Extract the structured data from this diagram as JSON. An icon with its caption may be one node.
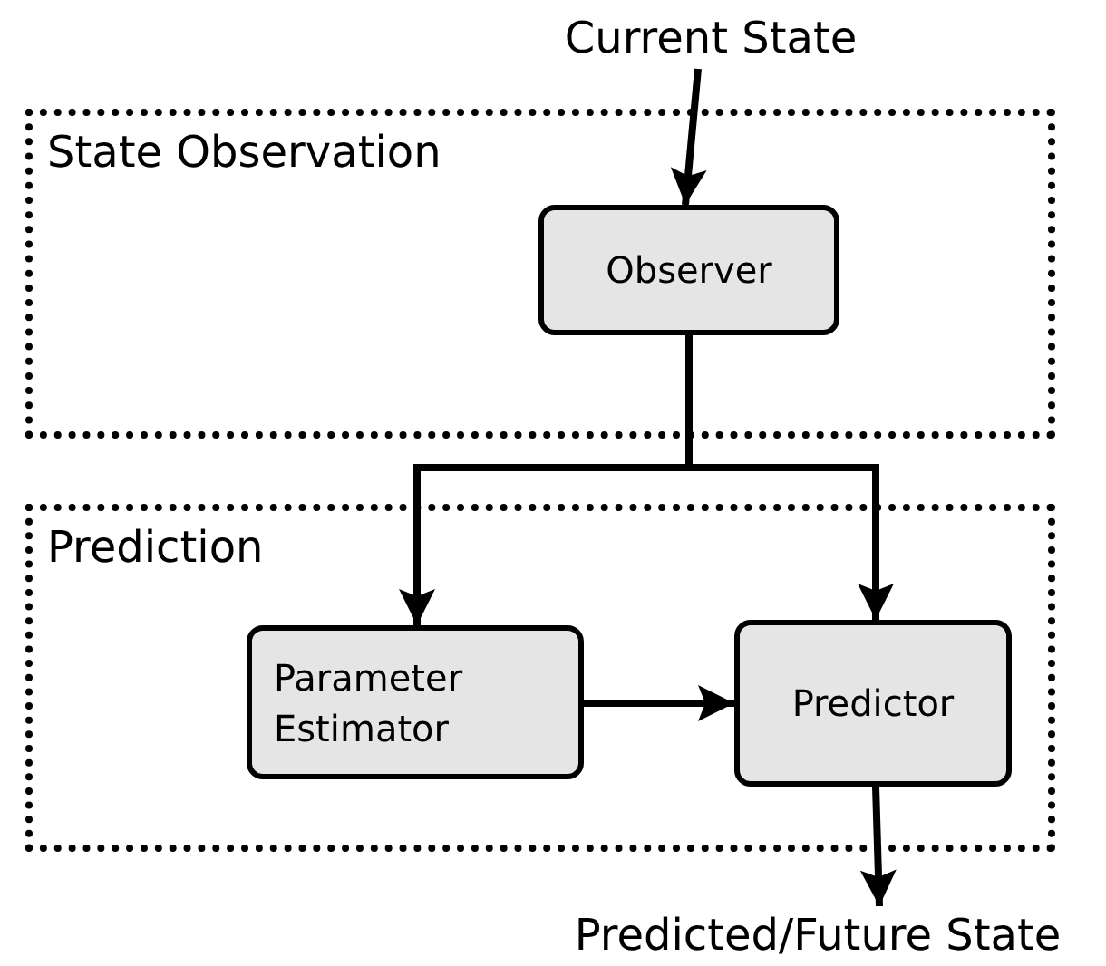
{
  "diagram": {
    "nodes": [
      {
        "text": [
          "Current State"
        ]
      },
      {
        "text": [
          "State Observation"
        ]
      },
      {
        "text": [
          "Observer"
        ],
        "in": 1
      },
      {
        "text": [
          "Prediction"
        ]
      },
      {
        "text": [
          "Parameter Estimator"
        ],
        "in": 3
      },
      {
        "text": [
          "Predictor"
        ],
        "in": 3
      },
      {
        "text": [
          "Predicted/Future State"
        ]
      }
    ],
    "edges": [
      {
        "from": 0,
        "to": 2,
        "arrow": "to"
      },
      {
        "from": 2,
        "to": 4,
        "arrow": "to"
      },
      {
        "from": 2,
        "to": 5,
        "arrow": "to"
      },
      {
        "from": 4,
        "to": 5,
        "arrow": "to"
      },
      {
        "from": 5,
        "to": 6,
        "arrow": "to"
      }
    ]
  }
}
